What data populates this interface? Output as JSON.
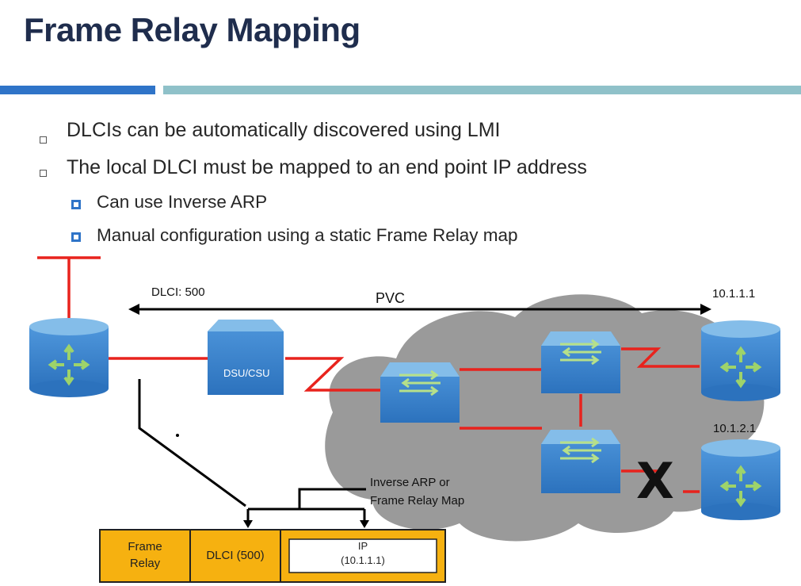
{
  "slide": {
    "title": "Frame Relay Mapping",
    "bullets": [
      "DLCIs can be automatically  discovered using LMI",
      "The local DLCI must be mapped to an end point IP address"
    ],
    "sub_bullets": [
      "Can use Inverse ARP",
      "Manual configuration using a static Frame Relay map"
    ]
  },
  "diagram": {
    "dlci_label": "DLCI: 500",
    "pvc_label": "PVC",
    "ip_router_top": "10.1.1.1",
    "ip_router_bottom": "10.1.2.1",
    "dsu_label": "DSU/CSU",
    "mapping_note_line1": "Inverse ARP or",
    "mapping_note_line2": "Frame Relay Map",
    "failure_mark": "X",
    "table": {
      "frame_line1": "Frame",
      "frame_line2": "Relay",
      "dlci": "DLCI (500)",
      "ip_line1": "IP",
      "ip_line2": "(10.1.1.1)"
    }
  },
  "colors": {
    "title": "#1f2d4d",
    "accent_blue": "#2f74c8",
    "accent_teal": "#8fc1c9",
    "link_red": "#e8231d",
    "device_blue": "#3b86cf",
    "cloud_gray": "#9a9a9a",
    "table_orange": "#f6b110"
  }
}
